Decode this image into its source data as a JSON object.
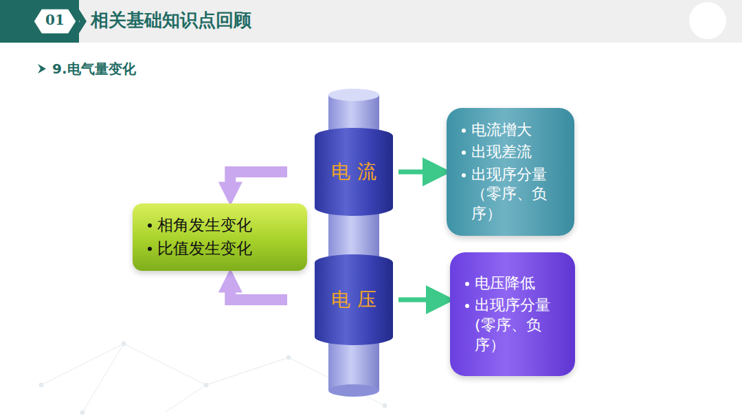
{
  "diagram": {
    "title": "相关基础知识点回顾",
    "nodes": [
      {
        "text": [
          "电流"
        ]
      },
      {
        "text": [
          "电压"
        ]
      },
      {
        "text": [
          "相角发生变化",
          "比值发生变化"
        ]
      },
      {
        "text": [
          "电流增大",
          "出现差流",
          "出现序分量 （零序、负序）"
        ]
      },
      {
        "text": [
          "电压降低",
          "出现序分量 (零序、负序）"
        ]
      }
    ],
    "edges": [
      {
        "from": 0,
        "to": 3,
        "arrow": "to"
      },
      {
        "from": 1,
        "to": 4,
        "arrow": "to"
      },
      {
        "from": 0,
        "to": 2,
        "arrow": "to"
      },
      {
        "from": 1,
        "to": 2,
        "arrow": "to"
      }
    ],
    "labels": [
      "01",
      "9.电气量变化"
    ]
  }
}
